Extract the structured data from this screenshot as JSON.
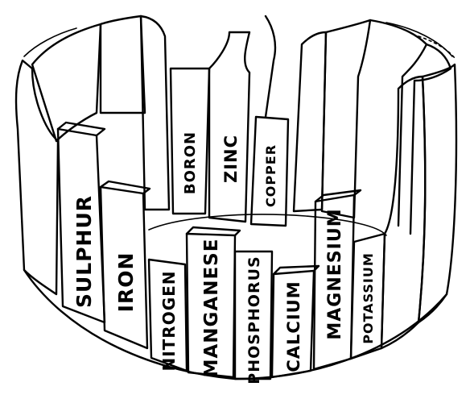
{
  "diagram": {
    "staves": {
      "sulphur": "SULPHUR",
      "iron": "IRON",
      "nitrogen": "NITROGEN",
      "manganese": "MANGANESE",
      "phosphorus": "PHOSPHORUS",
      "calcium": "CALCIUM",
      "magnesium": "MAGNESIUM",
      "potassium": "POTASSIUM",
      "boron": "BORON",
      "zinc": "ZINC",
      "copper": "COPPER"
    },
    "colors": {
      "ink": "#000000",
      "paper": "#ffffff"
    }
  }
}
